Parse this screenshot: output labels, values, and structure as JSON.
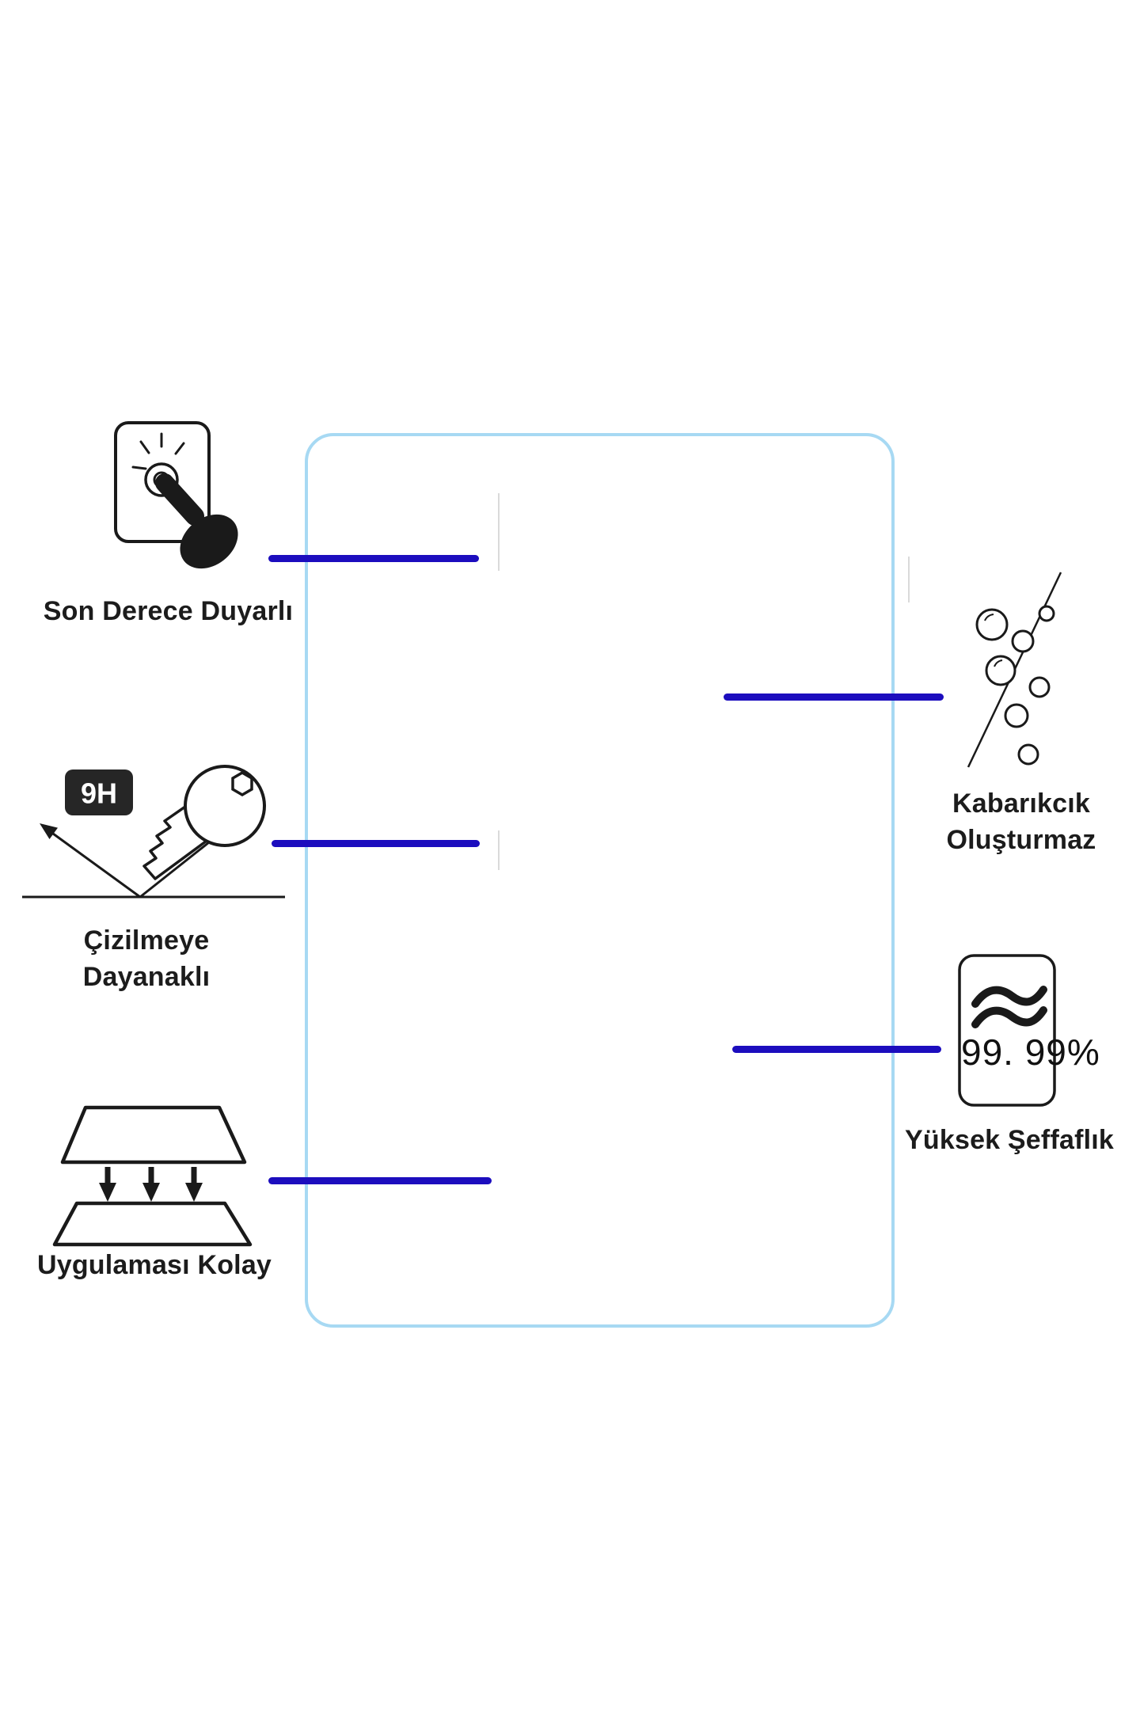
{
  "colors": {
    "background": "#ffffff",
    "callout_blue": "#1c0dbe",
    "protector_border": "#a7d9f3",
    "text": "#1c1c1c",
    "icon_ink": "#1a1a1a"
  },
  "protector": {
    "name": "tablet-screen-protector"
  },
  "features": {
    "sensitive": {
      "label": "Son Derece Duyarlı",
      "icon": "touch-finger-icon"
    },
    "scratch": {
      "label_line1": "Çizilmeye",
      "label_line2": "Dayanaklı",
      "hardness_badge": "9H",
      "icon": "key-scratch-icon"
    },
    "easy_apply": {
      "label": "Uygulaması Kolay",
      "icon": "apply-layers-icon"
    },
    "no_bubbles": {
      "label_line1": "Kabarıkcık",
      "label_line2": "Oluşturmaz",
      "icon": "bubbles-icon"
    },
    "transparency": {
      "label": "Yüksek Şeffaflık",
      "value": "99. 99%",
      "icon": "transparency-icon"
    }
  }
}
